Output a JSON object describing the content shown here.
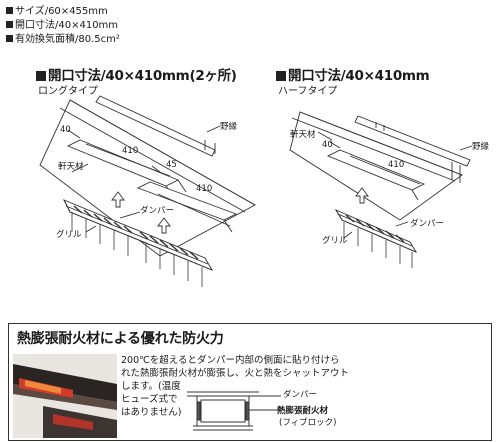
{
  "specs": [
    "サイズ/60×455mm",
    "開口寸法/40×410mm",
    "有効換気面積/80.5cm²"
  ],
  "long_type": {
    "heading": "開口寸法/40×410mm(2ヶ所)",
    "subtitle": "ロングタイプ",
    "labels": {
      "dim_40": "40",
      "dim_410_a": "410",
      "dim_45": "45",
      "dim_410_b": "410",
      "nogiri": "野縁",
      "nokiten": "軒天材",
      "damper": "ダンパー",
      "grill": "グリル"
    }
  },
  "half_type": {
    "heading": "開口寸法/40×410mm",
    "subtitle": "ハーフタイプ",
    "labels": {
      "nokiten": "軒天材",
      "dim_40": "40",
      "dim_410": "410",
      "nogiri": "野縁",
      "damper": "ダンパー",
      "grill": "グリル"
    }
  },
  "fire": {
    "title": "熱膨張耐火材による優れた防火力",
    "text_lines": [
      "200℃を超えるとダンパー内部の側面に貼り付けら",
      "れた熱膨張耐火材が膨張し、火と熱をシャットアウト",
      "します。(温度",
      "ヒューズ式で",
      "はありません)"
    ],
    "section_damper": "ダンパー",
    "section_material": "熱膨張耐火材",
    "section_material_sub": "(フィブロック)"
  },
  "colors": {
    "line": "#333333",
    "fire_glow": "#d23a2a",
    "photo_dark": "#2a2523"
  }
}
